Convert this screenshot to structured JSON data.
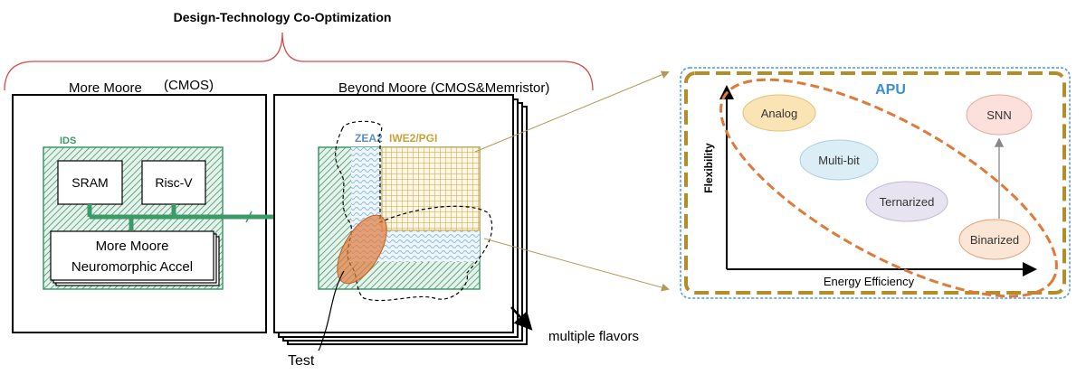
{
  "title": "Design-Technology Co-Optimization",
  "left_panel": {
    "label": "More Moore",
    "label_paren": "(CMOS)",
    "ids_label": "IDS",
    "sram_label": "SRAM",
    "riscv_label": "Risc-V",
    "accel_line1": "More Moore",
    "accel_line2": "Neuromorphic Accel"
  },
  "right_panel": {
    "label": "Beyond Moore (CMOS&Memristor)",
    "zea2_label": "ZEA2",
    "iwe2_label": "IWE2/PGI",
    "test_label": "Test",
    "flavors_label": "multiple flavors"
  },
  "apu_panel": {
    "title": "APU",
    "x_axis_label": "Energy Efficiency",
    "y_axis_label": "Flexibility",
    "bubbles": [
      {
        "label": "Analog",
        "fill": "#fbe4b4",
        "stroke": "#e2c27a"
      },
      {
        "label": "Multi-bit",
        "fill": "#dbeef5",
        "stroke": "#a9cfe0"
      },
      {
        "label": "Ternarized",
        "fill": "#e7e3f0",
        "stroke": "#c0b8d6"
      },
      {
        "label": "SNN",
        "fill": "#fbe0dc",
        "stroke": "#e5aaa2"
      },
      {
        "label": "Binarized",
        "fill": "#fbe6d6",
        "stroke": "#e0a074"
      }
    ]
  },
  "colors": {
    "ids_green": "#3c9a68",
    "grid_gold": "#c9a23a",
    "zea_blue": "#8fbbd8",
    "highlight_orange": "#e07a3c",
    "apu_gold": "#b38e28",
    "apu_blue": "#4f9ad4",
    "brace_red": "#d94848"
  }
}
